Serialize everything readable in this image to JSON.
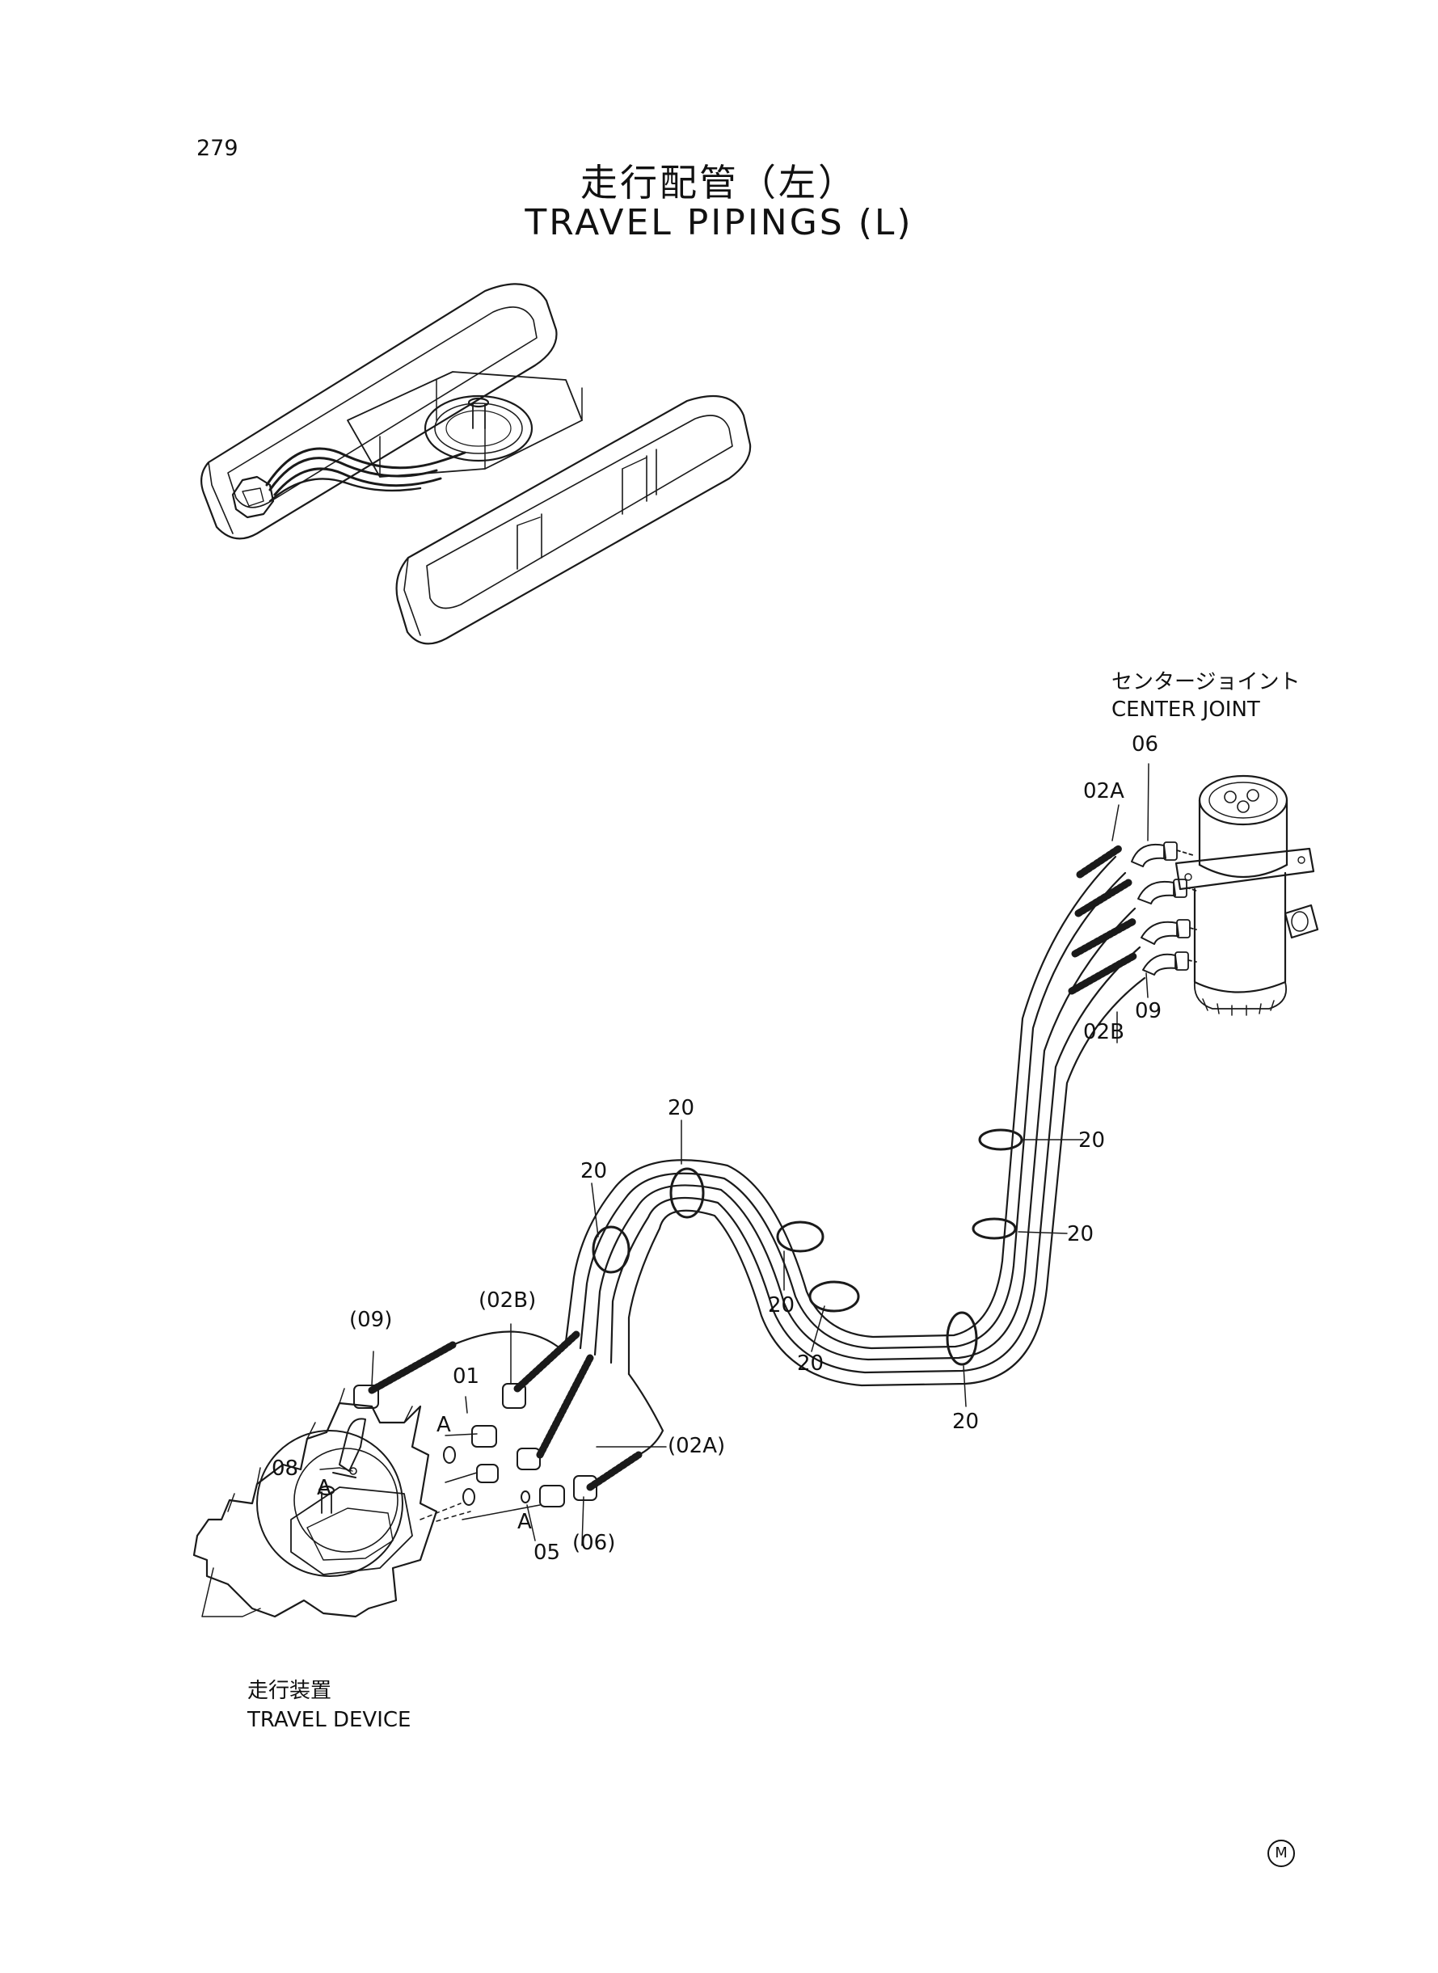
{
  "page_number": "279",
  "title": {
    "jp": "走行配管（左）",
    "en": "TRAVEL PIPINGS (L)"
  },
  "captions": {
    "center_joint_jp": "センタージョイント",
    "center_joint_en": "CENTER JOINT",
    "travel_device_jp": "走行装置",
    "travel_device_en": "TRAVEL DEVICE"
  },
  "part_labels": {
    "p06_top": "06",
    "p02a_top": "02A",
    "p02b_right": "02B",
    "p09_right": "09",
    "p20_a": "20",
    "p20_b": "20",
    "p20_c": "20",
    "p20_d": "20",
    "p20_e": "20",
    "p20_f": "20",
    "p20_g": "20",
    "p09_paren": "(09)",
    "p02b_paren": "(02B)",
    "p01": "01",
    "pA_1": "A",
    "p08": "08",
    "pA_2": "A",
    "p02a_paren": "(02A)",
    "pA_3": "A",
    "p05": "05",
    "p06_paren": "(06)"
  },
  "maker_mark": "M"
}
